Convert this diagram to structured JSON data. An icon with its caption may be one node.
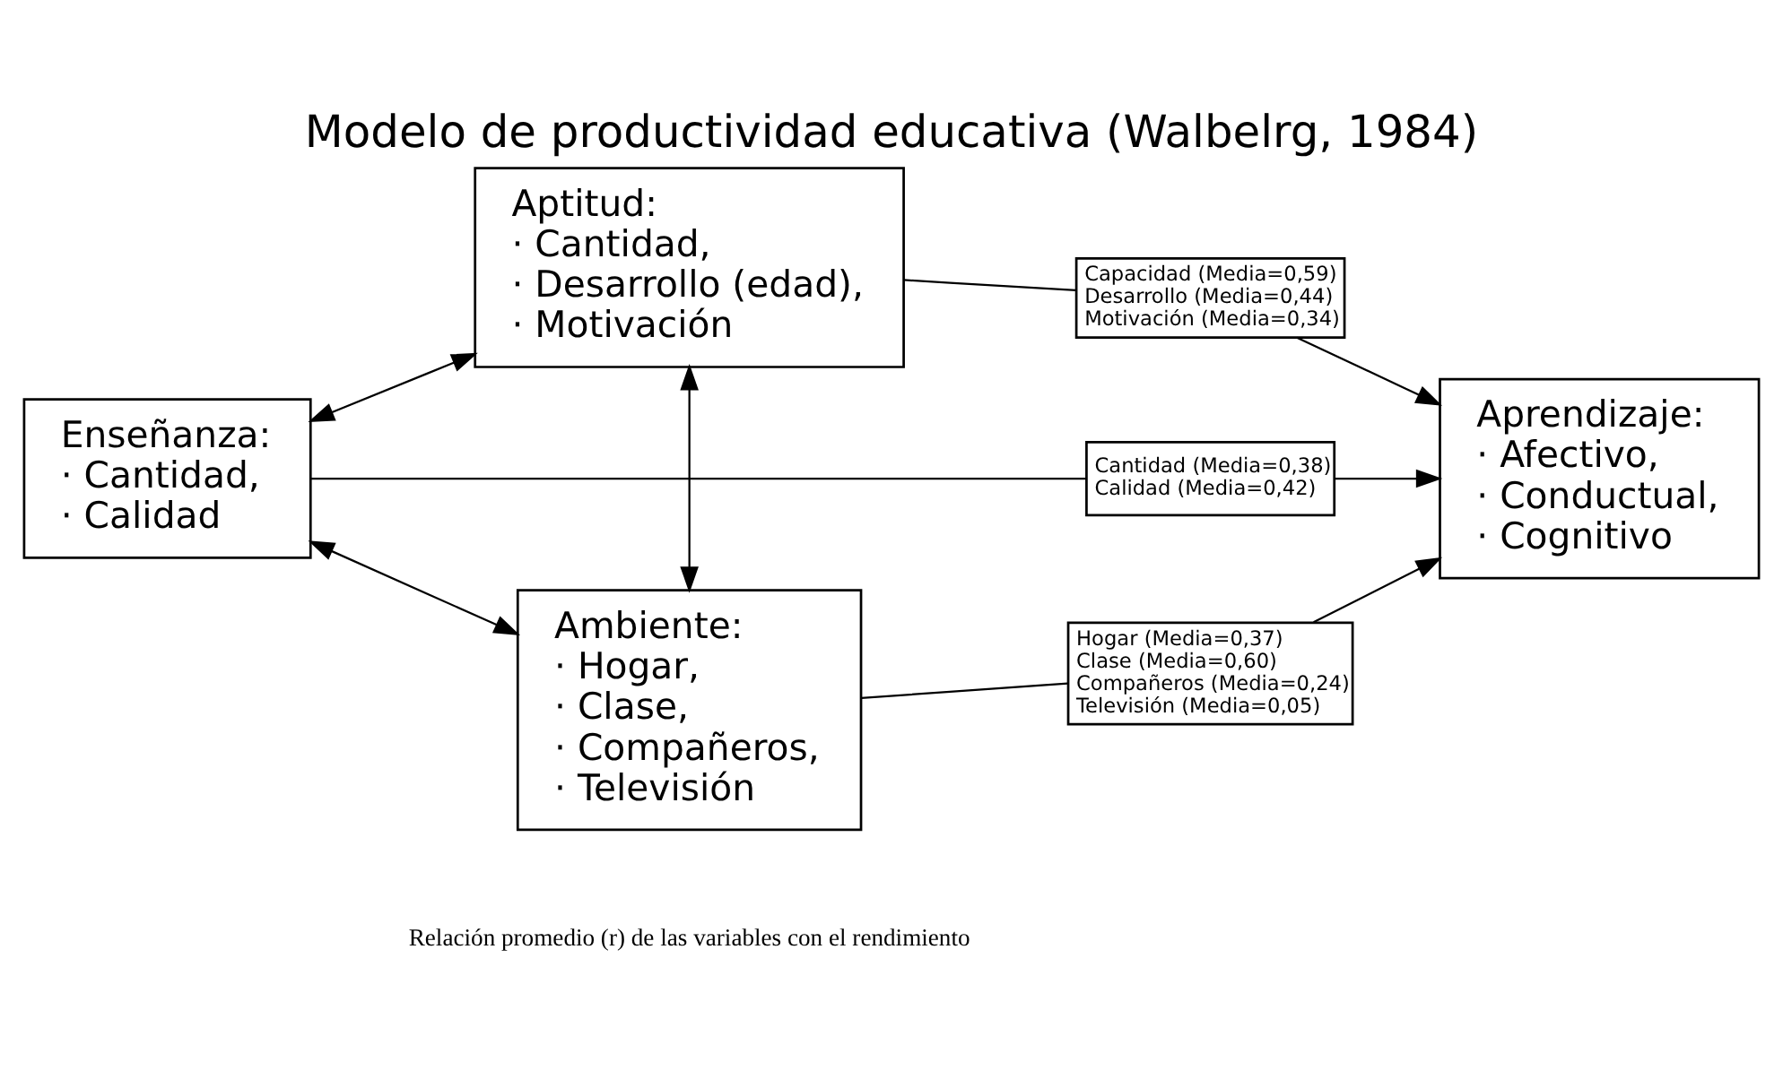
{
  "diagram": {
    "title": "Modelo de productividad educativa (Walbelrg, 1984)",
    "caption": "Relación promedio (r) de las variables con el rendimiento",
    "nodes": [
      {
        "text": [
          "Aptitud:",
          "· Cantidad,",
          "· Desarrollo (edad),",
          "· Motivación"
        ]
      },
      {
        "text": [
          "Capacidad (Media=0,59)",
          "Desarrollo (Media=0,44)",
          "Motivación (Media=0,34)"
        ]
      },
      {
        "text": [
          "Enseñanza:",
          "· Cantidad,",
          "· Calidad"
        ]
      },
      {
        "text": [
          "Aprendizaje:",
          "· Afectivo,",
          "· Conductual,",
          "· Cognitivo"
        ]
      },
      {
        "text": [
          "Cantidad (Media=0,38)",
          "Calidad (Media=0,42)"
        ]
      },
      {
        "text": [
          "Ambiente:",
          "· Hogar,",
          "· Clase,",
          "· Compañeros,",
          "· Televisión"
        ]
      },
      {
        "text": [
          "Hogar (Media=0,37)",
          "Clase (Media=0,60)",
          "Compañeros (Media=0,24)",
          "Televisión (Media=0,05)"
        ]
      }
    ],
    "edges": [
      {
        "from": 2,
        "to": 0,
        "arrow": "both"
      },
      {
        "from": 0,
        "to": 1,
        "arrow": "none"
      },
      {
        "from": 1,
        "to": 3,
        "arrow": "to"
      },
      {
        "from": 2,
        "to": 4,
        "arrow": "none"
      },
      {
        "from": 4,
        "to": 3,
        "arrow": "to"
      },
      {
        "from": 0,
        "to": 5,
        "arrow": "both"
      },
      {
        "from": 2,
        "to": 5,
        "arrow": "both"
      },
      {
        "from": 5,
        "to": 6,
        "arrow": "none"
      },
      {
        "from": 6,
        "to": 3,
        "arrow": "to"
      }
    ]
  }
}
